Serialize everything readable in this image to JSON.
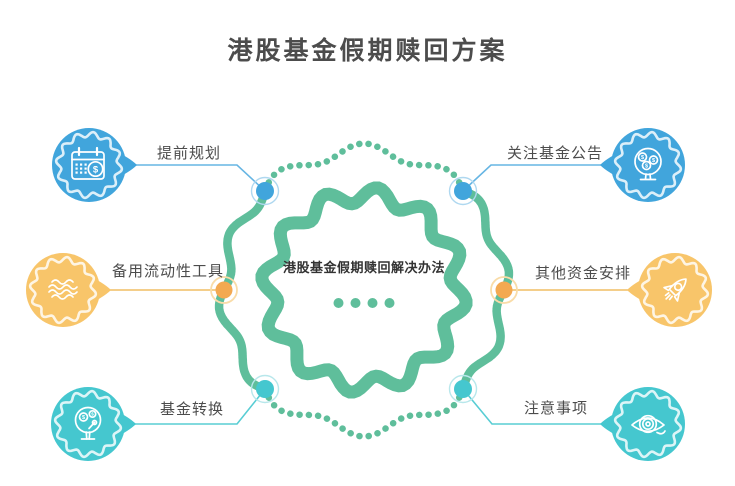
{
  "title": "港股基金假期赎回方案",
  "center": {
    "label": "港股基金假期赎回解决办法",
    "dots_count": 4
  },
  "glyphs": {
    "dollar": "$"
  },
  "colors": {
    "blue": "#41A5DC",
    "teal": "#45C7CF",
    "yellow": "#F8C56A",
    "green": "#5FBE9B",
    "yellow_dot": "#F3A951",
    "line_blue": "#66B5E3",
    "line_yellow": "#F1BD64",
    "line_teal": "#58CDD4",
    "halo_blue": "#AFD8F0",
    "halo_teal": "#B8E7EB",
    "halo_yellow": "#F9DCA8",
    "text_dark": "#4C4C4C",
    "center_text": "#333333"
  },
  "nodes": [
    {
      "id": "plan-ahead",
      "label": "提前规划",
      "icon": "calendar-dollar-icon",
      "color": "blue",
      "position": "top-left"
    },
    {
      "id": "fund-announcements",
      "label": "关注基金公告",
      "icon": "money-tree-icon",
      "color": "blue",
      "position": "top-right"
    },
    {
      "id": "backup-liquidity",
      "label": "备用流动性工具",
      "icon": "waves-icon",
      "color": "yellow",
      "position": "middle-left"
    },
    {
      "id": "other-funding",
      "label": "其他资金安排",
      "icon": "rocket-icon",
      "color": "yellow",
      "position": "middle-right"
    },
    {
      "id": "fund-conversion",
      "label": "基金转换",
      "icon": "coin-tree-icon",
      "color": "teal",
      "position": "bottom-left"
    },
    {
      "id": "notes",
      "label": "注意事项",
      "icon": "eye-icon",
      "color": "teal",
      "position": "bottom-right"
    }
  ]
}
